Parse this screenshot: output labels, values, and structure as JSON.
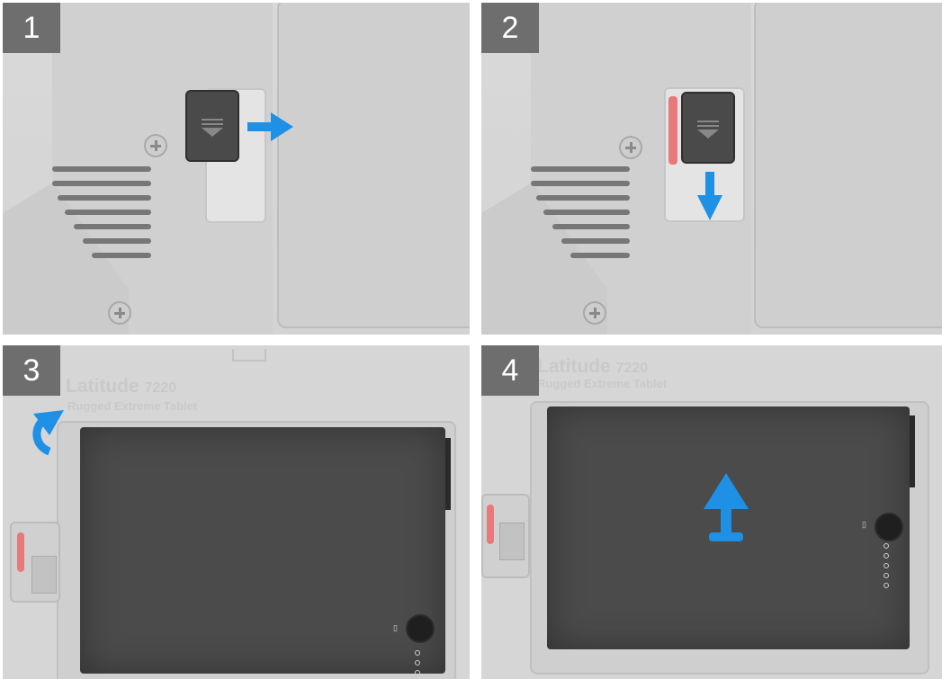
{
  "steps": [
    {
      "number": "1"
    },
    {
      "number": "2"
    },
    {
      "number": "3",
      "brand_line1": "Latitude",
      "brand_model": "7220",
      "brand_line2": "Rugged Extreme Tablet"
    },
    {
      "number": "4",
      "brand_line1": "Latitude",
      "brand_model": "7220",
      "brand_line2": "Rugged Extreme Tablet"
    }
  ],
  "colors": {
    "arrow": "#1e90e6",
    "badge": "#6e6e6e",
    "battery": "#4b4b4b",
    "release_indicator": "#e8797a"
  },
  "icons": {
    "step1": "arrow-right-icon",
    "step2": "arrow-down-icon",
    "step3": "rotate-arrow-icon",
    "step4": "lift-up-arrow-icon"
  }
}
